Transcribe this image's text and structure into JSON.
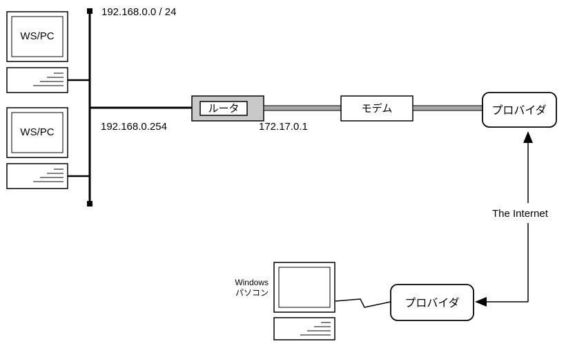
{
  "network": {
    "subnet_label": "192.168.0.0 / 24",
    "lan_address": "192.168.0.254",
    "wan_address": "172.17.0.1",
    "internet_label": "The Internet"
  },
  "nodes": {
    "ws1_label": "WS/PC",
    "ws2_label": "WS/PC",
    "router_label": "ルータ",
    "modem_label": "モデム",
    "provider_top_label": "プロバイダ",
    "provider_bottom_label": "プロバイダ",
    "windows_pc_line1": "Windows",
    "windows_pc_line2": "パソコン"
  },
  "colors": {
    "line": "#000000",
    "wan_link": "#a6a6a6",
    "router_fill": "#c8c8c8"
  }
}
